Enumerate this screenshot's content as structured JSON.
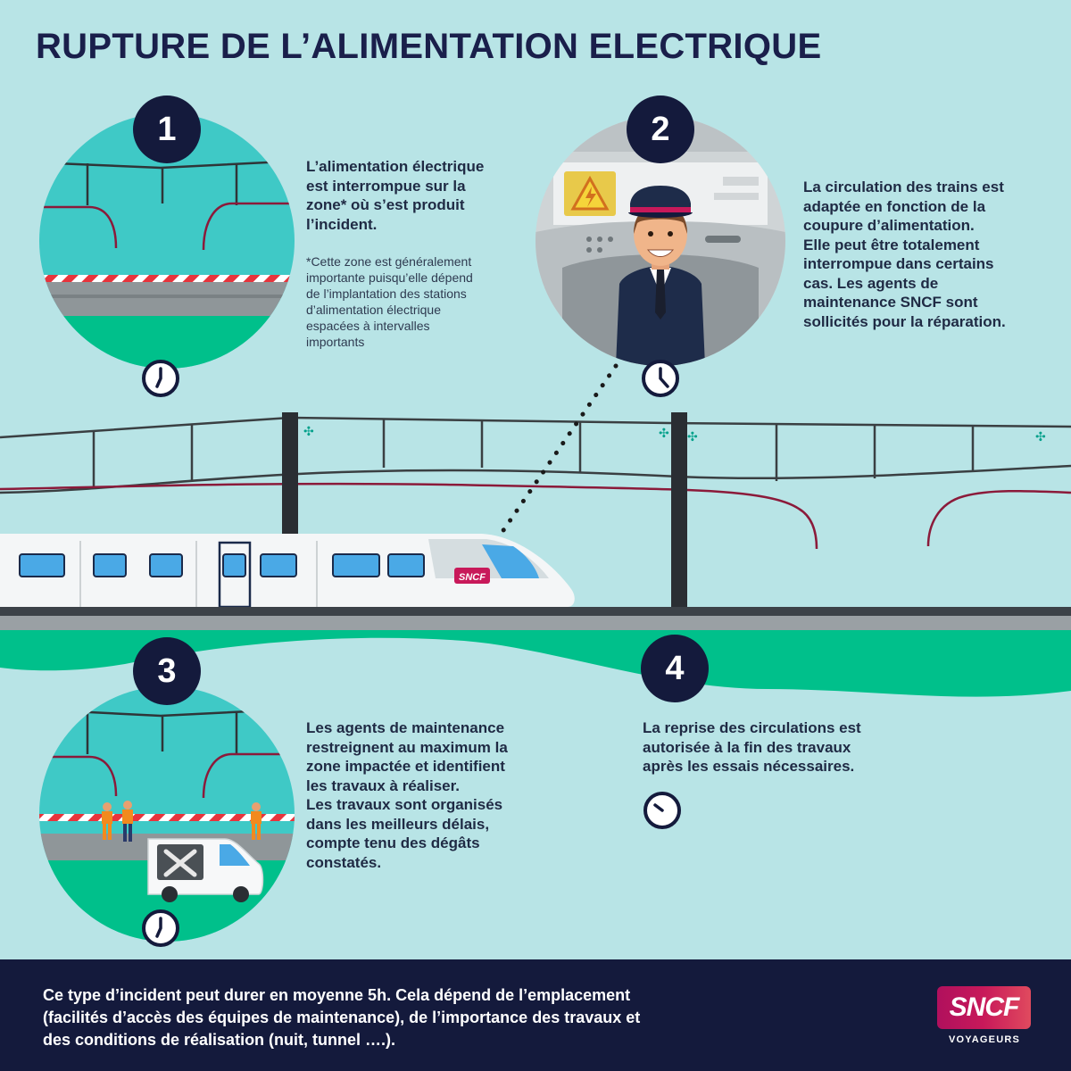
{
  "title": "RUPTURE DE L’ALIMENTATION ELECTRIQUE",
  "steps": [
    {
      "number": "1",
      "text": "L’alimentation électrique\nest interrompue sur la\nzone* où s’est produit\nl’incident.",
      "note": "*Cette zone est généralement\nimportante puisqu’elle dépend\nde l’implantation des stations\nd’alimentation électrique\nespacées à intervalles\nimportants"
    },
    {
      "number": "2",
      "text": "La circulation des trains est\nadaptée en fonction de la\ncoupure d’alimentation.\nElle peut être totalement\ninterrompue dans certains\ncas. Les agents de\nmaintenance SNCF sont\nsollicités pour la réparation."
    },
    {
      "number": "3",
      "text": "Les agents de maintenance\nrestreignent au maximum la\nzone impactée et identifient\nles travaux à réaliser.\nLes travaux sont organisés\ndans les meilleurs délais,\ncompte tenu des dégâts\nconstatés."
    },
    {
      "number": "4",
      "text": "La reprise des circulations est\nautorisée à la fin des travaux\naprès les essais nécessaires."
    }
  ],
  "train_logo": "SNCF",
  "footer": {
    "text": "Ce type d’incident peut durer en moyenne 5h. Cela dépend de l’emplacement\n(facilités d’accès des équipes de maintenance), de l’importance des travaux et\ndes conditions de réalisation (nuit, tunnel ….).",
    "logo_main": "SNCF",
    "logo_sub": "VOYAGEURS"
  },
  "colors": {
    "background": "#b8e4e6",
    "navy": "#141a3c",
    "green": "#00c08b",
    "rail_gray": "#9aa0a4",
    "wire_red": "#8b1a3a",
    "brand_gradient_start": "#b0105d",
    "brand_gradient_end": "#e04a5e"
  }
}
